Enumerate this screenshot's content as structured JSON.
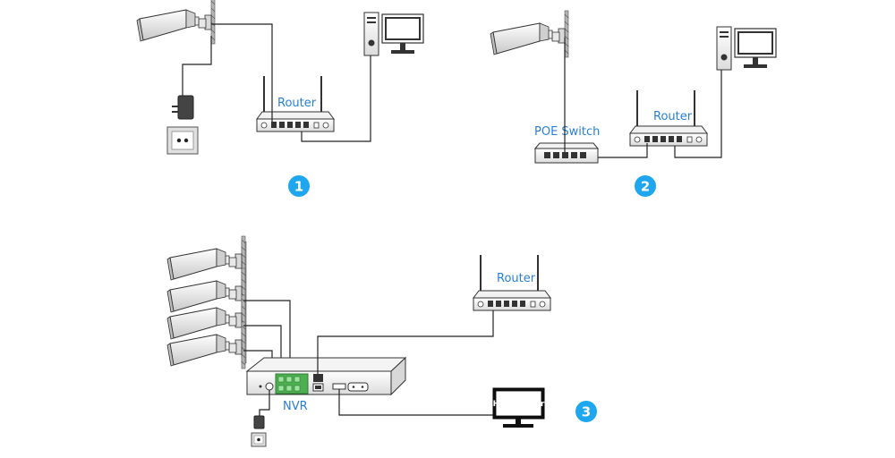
{
  "labels": {
    "router": "Router",
    "poe_switch": "POE Switch",
    "nvr": "NVR",
    "hd_monitor": "HD Monitor"
  },
  "steps": [
    "1",
    "2",
    "3"
  ],
  "colors": {
    "label": "#2a7fd4",
    "badge": "#1ea6ee",
    "nvr_ports": "#4caf50",
    "line": "#222222"
  },
  "icons": [
    "bullet-camera-icon",
    "wall-bracket-icon",
    "power-adapter-icon",
    "wall-socket-icon",
    "router-icon",
    "poe-switch-icon",
    "desktop-computer-icon",
    "nvr-recorder-icon",
    "monitor-icon"
  ]
}
